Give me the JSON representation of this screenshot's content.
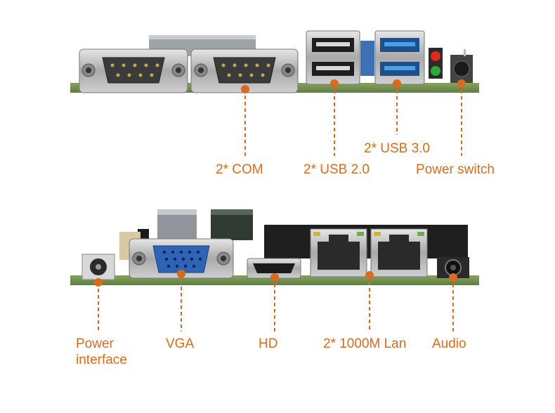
{
  "colors": {
    "accent": "#d96b1e",
    "pcb": "#6f8f4e",
    "metal": "#b9b9b9",
    "vga_blue": "#2f63b7",
    "usb3_blue": "#2a73b8"
  },
  "top_board": {
    "callouts": {
      "com": "2* COM",
      "usb2": "2* USB 2.0",
      "usb3": "2* USB 3.0",
      "power_switch": "Power switch"
    }
  },
  "bottom_board": {
    "callouts": {
      "power_interface": "Power\ninterface",
      "vga": "VGA",
      "hd": "HD",
      "lan": "2* 1000M Lan",
      "audio": "Audio"
    }
  }
}
